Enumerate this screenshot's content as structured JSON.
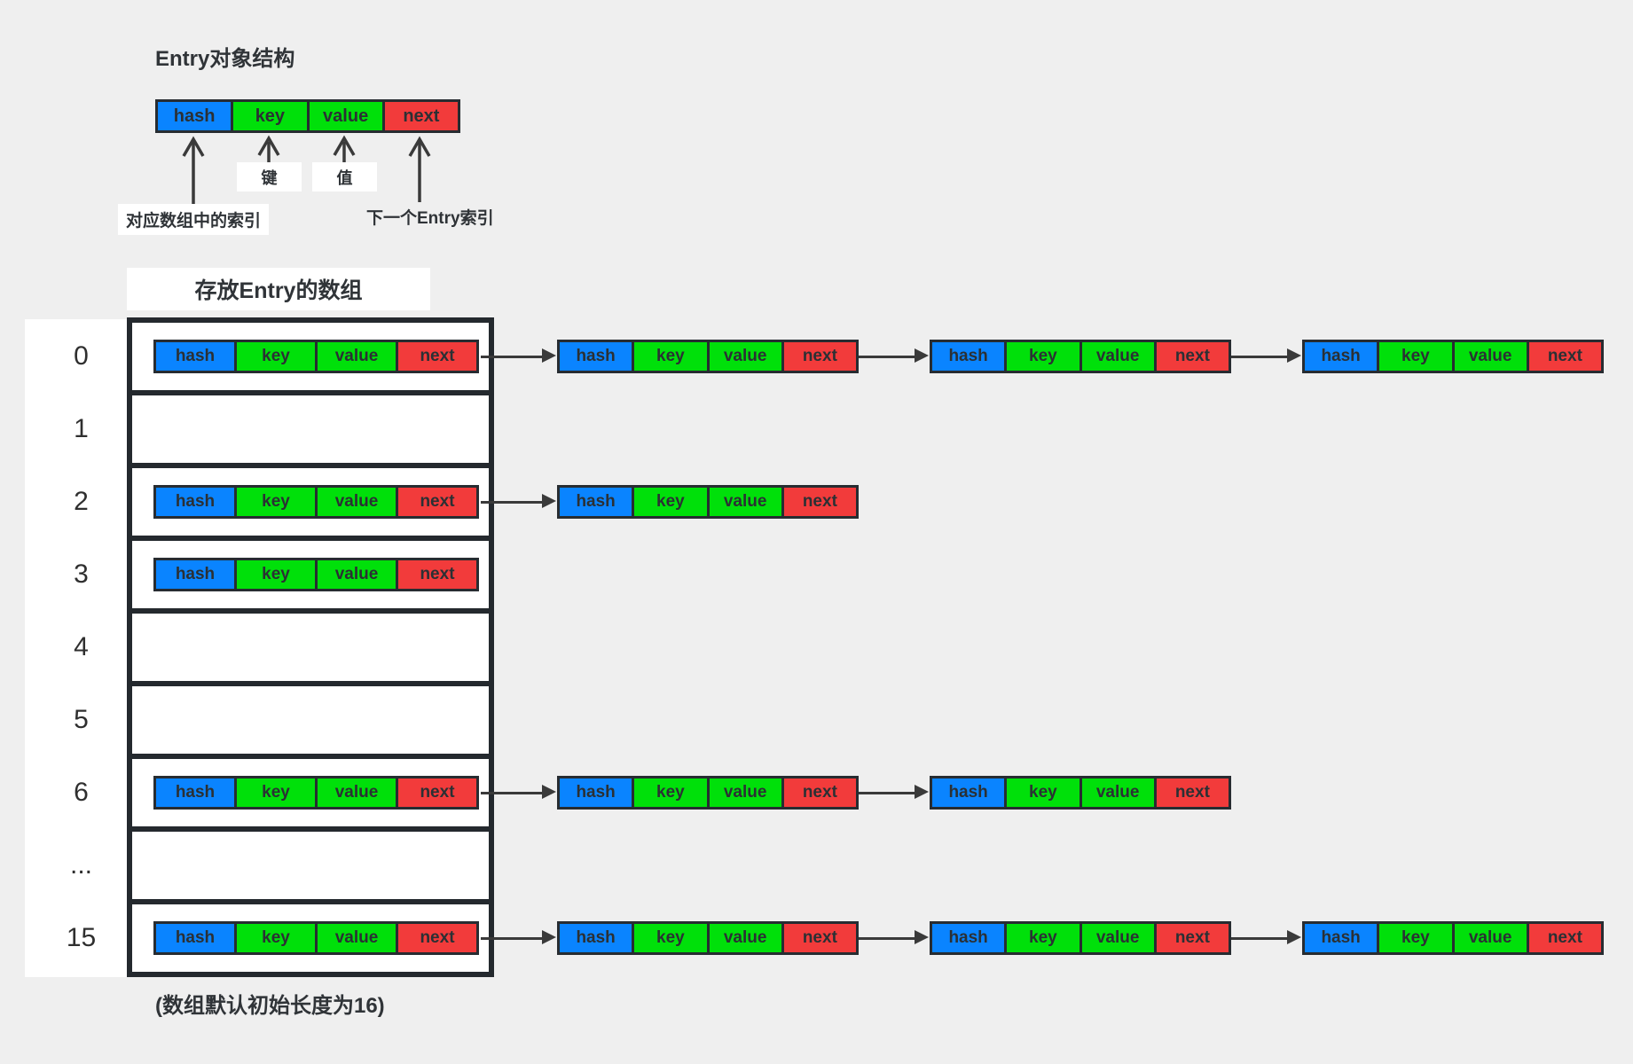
{
  "colors": {
    "background": "#efefef",
    "blue": "#0a84ff",
    "green": "#00e00a",
    "red": "#f23b3b",
    "border_dark": "#24292e"
  },
  "entry_fields": [
    {
      "label": "hash",
      "color": "blue"
    },
    {
      "label": "key",
      "color": "green"
    },
    {
      "label": "value",
      "color": "green"
    },
    {
      "label": "next",
      "color": "red"
    }
  ],
  "top": {
    "title": "Entry对象结构",
    "annotations": {
      "hash": "对应数组中的索引",
      "key": "键",
      "value": "值",
      "next": "下一个Entry索引"
    }
  },
  "array_section": {
    "title": "存放Entry的数组",
    "footnote": "(数组默认初始长度为16)",
    "rows": [
      {
        "index": "0",
        "has_entry": true,
        "chain": 3
      },
      {
        "index": "1",
        "has_entry": false,
        "chain": 0
      },
      {
        "index": "2",
        "has_entry": true,
        "chain": 1
      },
      {
        "index": "3",
        "has_entry": true,
        "chain": 0
      },
      {
        "index": "4",
        "has_entry": false,
        "chain": 0
      },
      {
        "index": "5",
        "has_entry": false,
        "chain": 0
      },
      {
        "index": "6",
        "has_entry": true,
        "chain": 2
      },
      {
        "index": "...",
        "has_entry": false,
        "chain": 0
      },
      {
        "index": "15",
        "has_entry": true,
        "chain": 3
      }
    ]
  }
}
